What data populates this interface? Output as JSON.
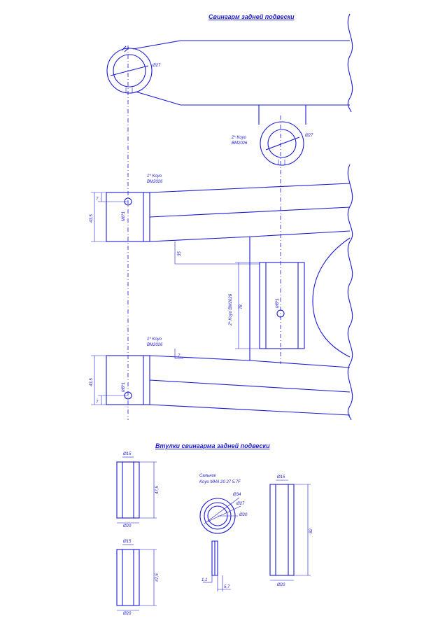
{
  "titles": {
    "top": "Свингарм задней подвески",
    "bottom": "Втулки свингарма задней подвески"
  },
  "colors": {
    "ink": "#1a1ad6",
    "paper": "#ffffff"
  },
  "labels": {
    "d27_a": "Ø27",
    "d27_b": "Ø27",
    "bearing2_line1": "2* Koyo",
    "bearing2_line2": "BM2026",
    "bearing1a_line1": "1* Koyo",
    "bearing1a_line2": "BM2026",
    "bearing1b_line1": "1* Koyo",
    "bearing1b_line2": "BM2026",
    "m6_a": "M6*1",
    "m6_b": "M6*1",
    "m6_c": "M6*1",
    "dim_7_a": "7",
    "dim_43_5_a": "43,5",
    "dim_35": "35",
    "dim_78": "78",
    "bearing_center": "2* Koyo BM2026",
    "dim_7_b": "7",
    "dim_7_c": "7",
    "dim_43_5_b": "43,5",
    "b1_top": "Ø15",
    "b1_len": "47,5",
    "b1_bot": "Ø20",
    "b2_top": "Ø15",
    "b2_len": "47,5",
    "b2_bot": "Ø20",
    "seal_line1": "Сальник",
    "seal_line2": "Koyo MHA 20 27 5.7F",
    "seal_d34": "Ø34",
    "seal_d27": "Ø27",
    "seal_d20": "Ø20",
    "seal_w1": "1,1",
    "seal_w2": "5,7",
    "b3_top": "Ø15",
    "b3_len": "82",
    "b3_bot": "Ø20"
  }
}
